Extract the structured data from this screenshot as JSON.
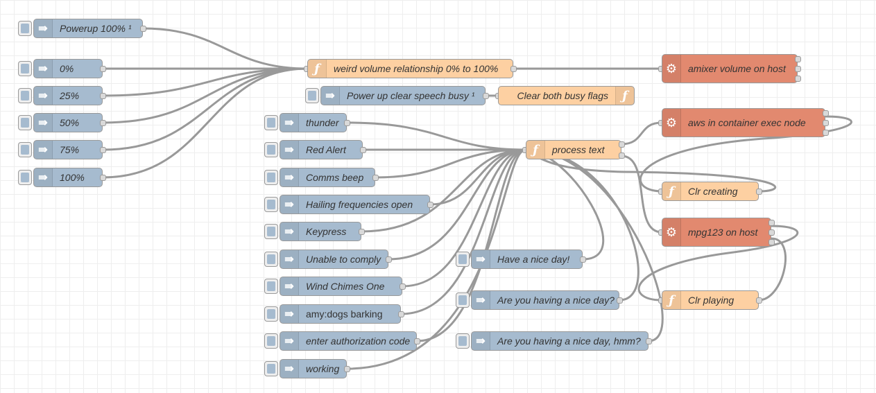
{
  "canvas": {
    "background": "#ffffff",
    "grid_color": "#eeeeee",
    "wire_color": "#999999"
  },
  "colors": {
    "inject": "#a6bbcf",
    "function": "#fdd0a2",
    "exec": "#e2896f",
    "port": "#d9d9d9"
  },
  "icons": {
    "inject": "arrow-in-icon",
    "function": "function-icon",
    "exec": "cog-icon"
  },
  "nodes": {
    "inj_powerup": "Powerup 100% ¹",
    "inj_0": "0%",
    "inj_25": "25%",
    "inj_50": "50%",
    "inj_75": "75%",
    "inj_100": "100%",
    "fn_weird": "weird volume relationship 0% to 100%",
    "exec_amixer": "amixer volume on host",
    "inj_powerup_speech": "Power up clear speech busy ¹",
    "fn_clear_busy": "Clear both busy flags",
    "inj_thunder": "thunder",
    "inj_redalert": "Red Alert",
    "inj_comms": "Comms beep",
    "inj_hailing": "Hailing frequencies open",
    "inj_keypress": "Keypress",
    "inj_unable": "Unable to comply",
    "inj_wind": "Wind Chimes One",
    "inj_amy": "amy:dogs barking",
    "inj_auth": "enter authorization code",
    "inj_working": "working",
    "fn_process": "process text",
    "exec_aws": "aws in container exec node",
    "fn_clr_creating": "Clr creating",
    "exec_mpg": "mpg123 on host",
    "inj_nice1": "Have a nice day!",
    "inj_nice2": "Are you having a nice day?",
    "inj_nice3": "Are you having a nice day, hmm?",
    "fn_clr_playing": "Clr playing"
  }
}
